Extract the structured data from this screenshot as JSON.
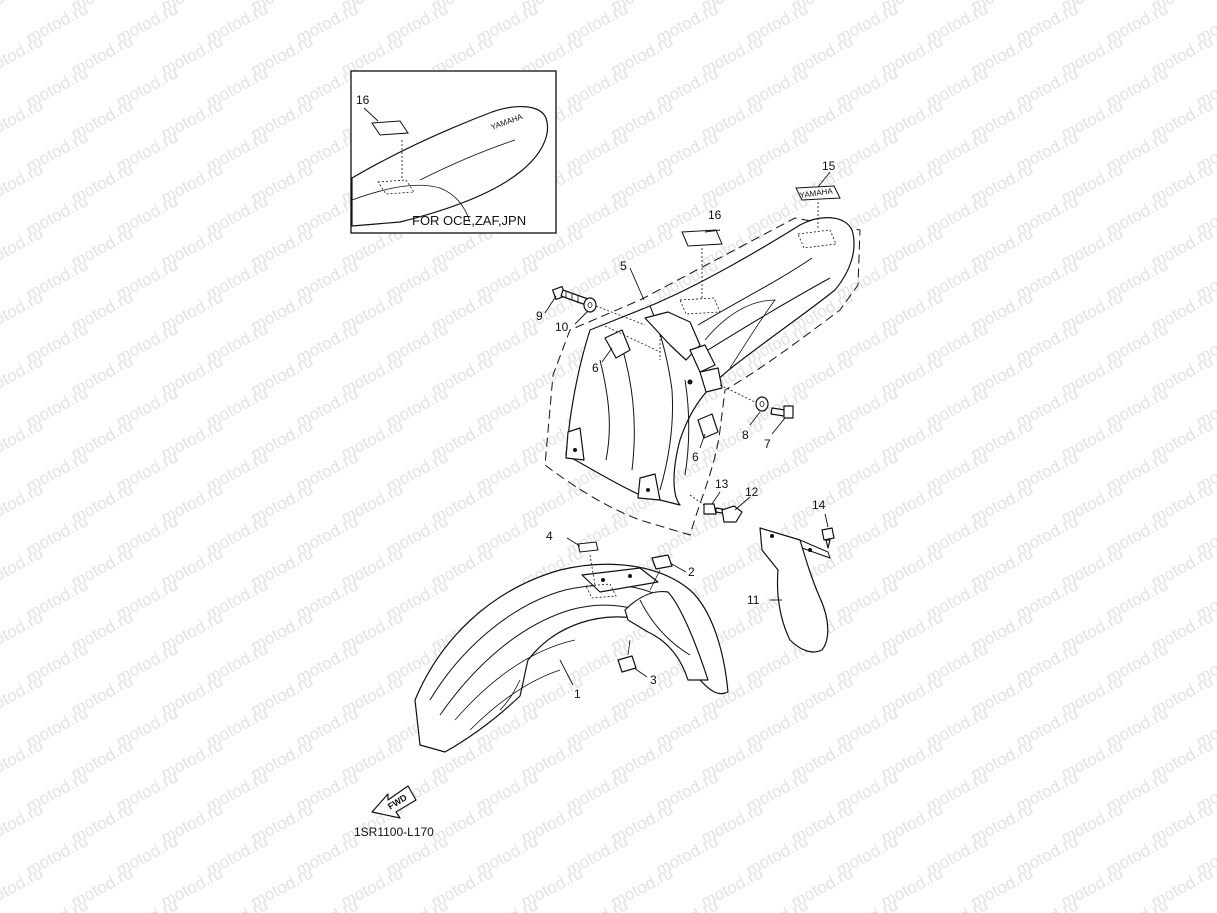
{
  "watermark": "motod.ru",
  "inset": {
    "note": "FOR OCE,ZAF,JPN",
    "callout": "16"
  },
  "callouts": {
    "c1": "1",
    "c2": "2",
    "c3": "3",
    "c4": "4",
    "c5": "5",
    "c6a": "6",
    "c6b": "6",
    "c7": "7",
    "c8": "8",
    "c9": "9",
    "c10": "10",
    "c11": "11",
    "c12": "12",
    "c13": "13",
    "c14": "14",
    "c15": "15",
    "c16": "16"
  },
  "fwd_label": "FWD",
  "diagram_code": "1SR1100-L170"
}
